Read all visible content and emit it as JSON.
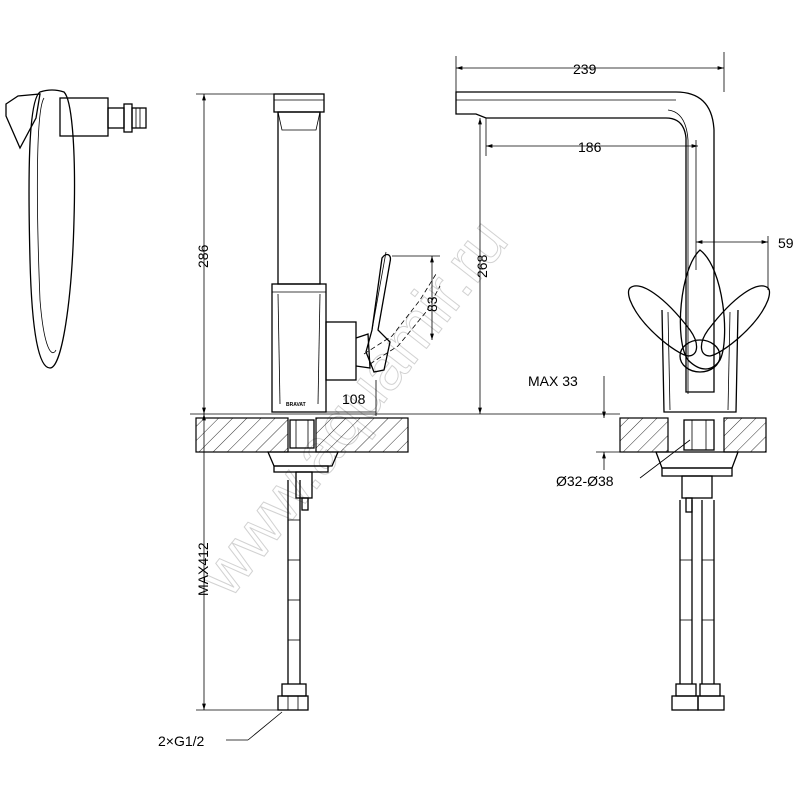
{
  "watermark": "www.aquamir.ru",
  "brand_mark": "BRAVAT",
  "dimensions": {
    "total_reach": "239",
    "spout_reach": "186",
    "handle_offset": "59",
    "spout_height": "268",
    "total_height": "286",
    "handle_height": "83",
    "body_depth": "108",
    "max_counter_thickness": "MAX 33",
    "hole_diameter": "Ø32-Ø38",
    "max_hose_length": "MAX412",
    "connection_thread": "2×G1/2"
  }
}
